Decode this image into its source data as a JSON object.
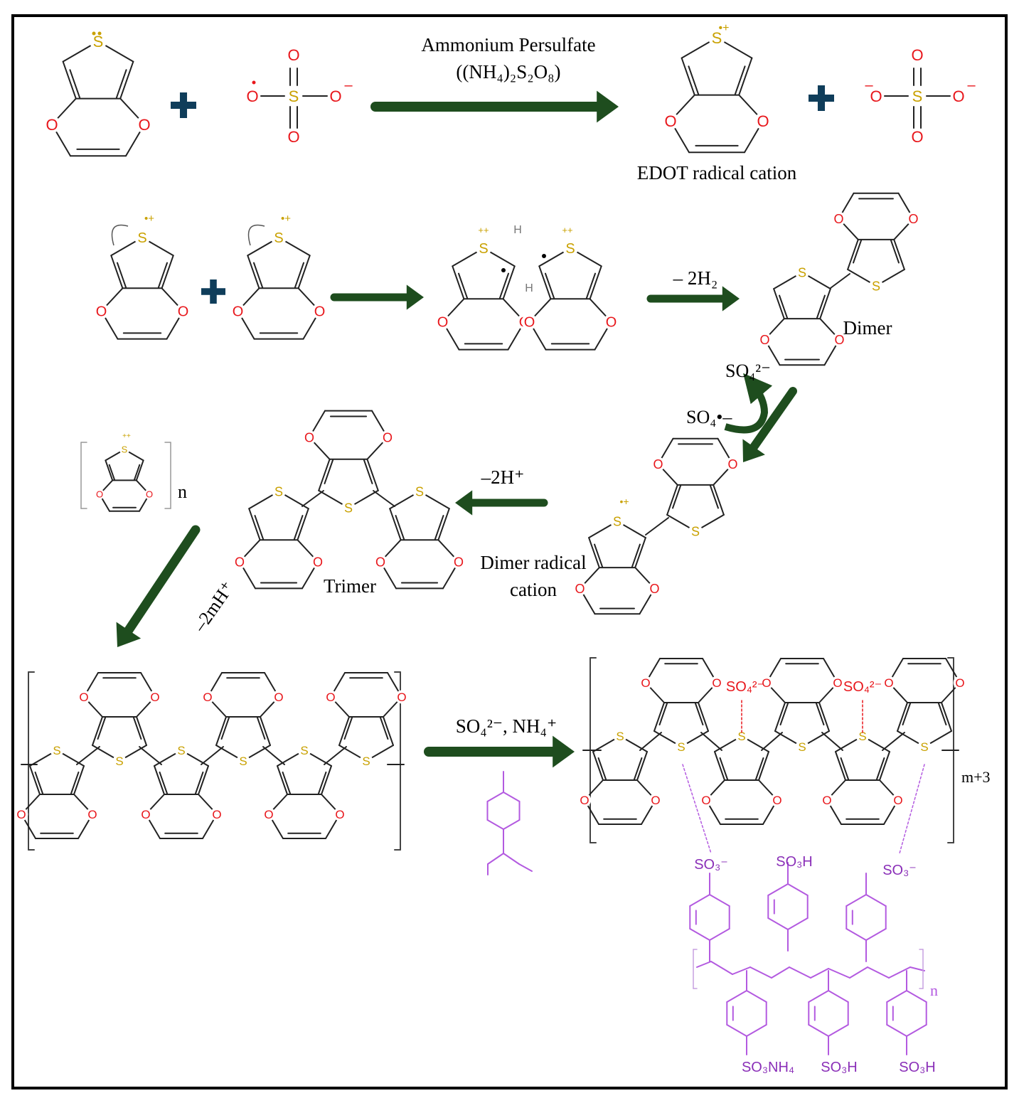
{
  "colors": {
    "bond": "#222222",
    "oxygen": "#e8161b",
    "sulfur": "#c9a100",
    "arrow": "#1e4d1e",
    "plus": "#0f3d5a",
    "pss": "#b35ae0",
    "sulfate_label": "#e8161b",
    "frame": "#000000"
  },
  "labels": {
    "reagent_line1": "Ammonium Persulfate",
    "reagent_line2": "((NH₄)₂S₂O₈)",
    "edot_radical_cation": "EDOT radical cation",
    "minus_2h2": "– 2H₂",
    "dimer": "Dimer",
    "so4_2minus": "SO₄²⁻",
    "so4_radical": "SO₄•–",
    "minus_2hplus": "–2H⁺",
    "trimer": "Trimer",
    "dimer_radical_cation_line1": "Dimer radical",
    "dimer_radical_cation_line2": "cation",
    "n": "n",
    "minus_2mhplus": "–2mH⁺",
    "dopant_reagents": "SO₄²⁻, NH₄⁺",
    "m_plus_3": "m+3",
    "pss_n": "n",
    "so4_doping_left": "SO₄²⁻",
    "so4_doping_right": "SO₄²⁻",
    "so3_minus_left": "SO₃⁻",
    "so3h_top": "SO₃H",
    "so3_minus_right": "SO₃⁻",
    "so3nh4": "SO₃NH₄",
    "so3h_bottom_mid": "SO₃H",
    "so3h_bottom_right": "SO₃H"
  },
  "atoms": {
    "O": "O",
    "S": "S",
    "H": "H",
    "S_plus": "S⁺"
  },
  "icons": [
    "plus-icon",
    "reaction-arrow-icon",
    "curved-arrow-icon"
  ]
}
